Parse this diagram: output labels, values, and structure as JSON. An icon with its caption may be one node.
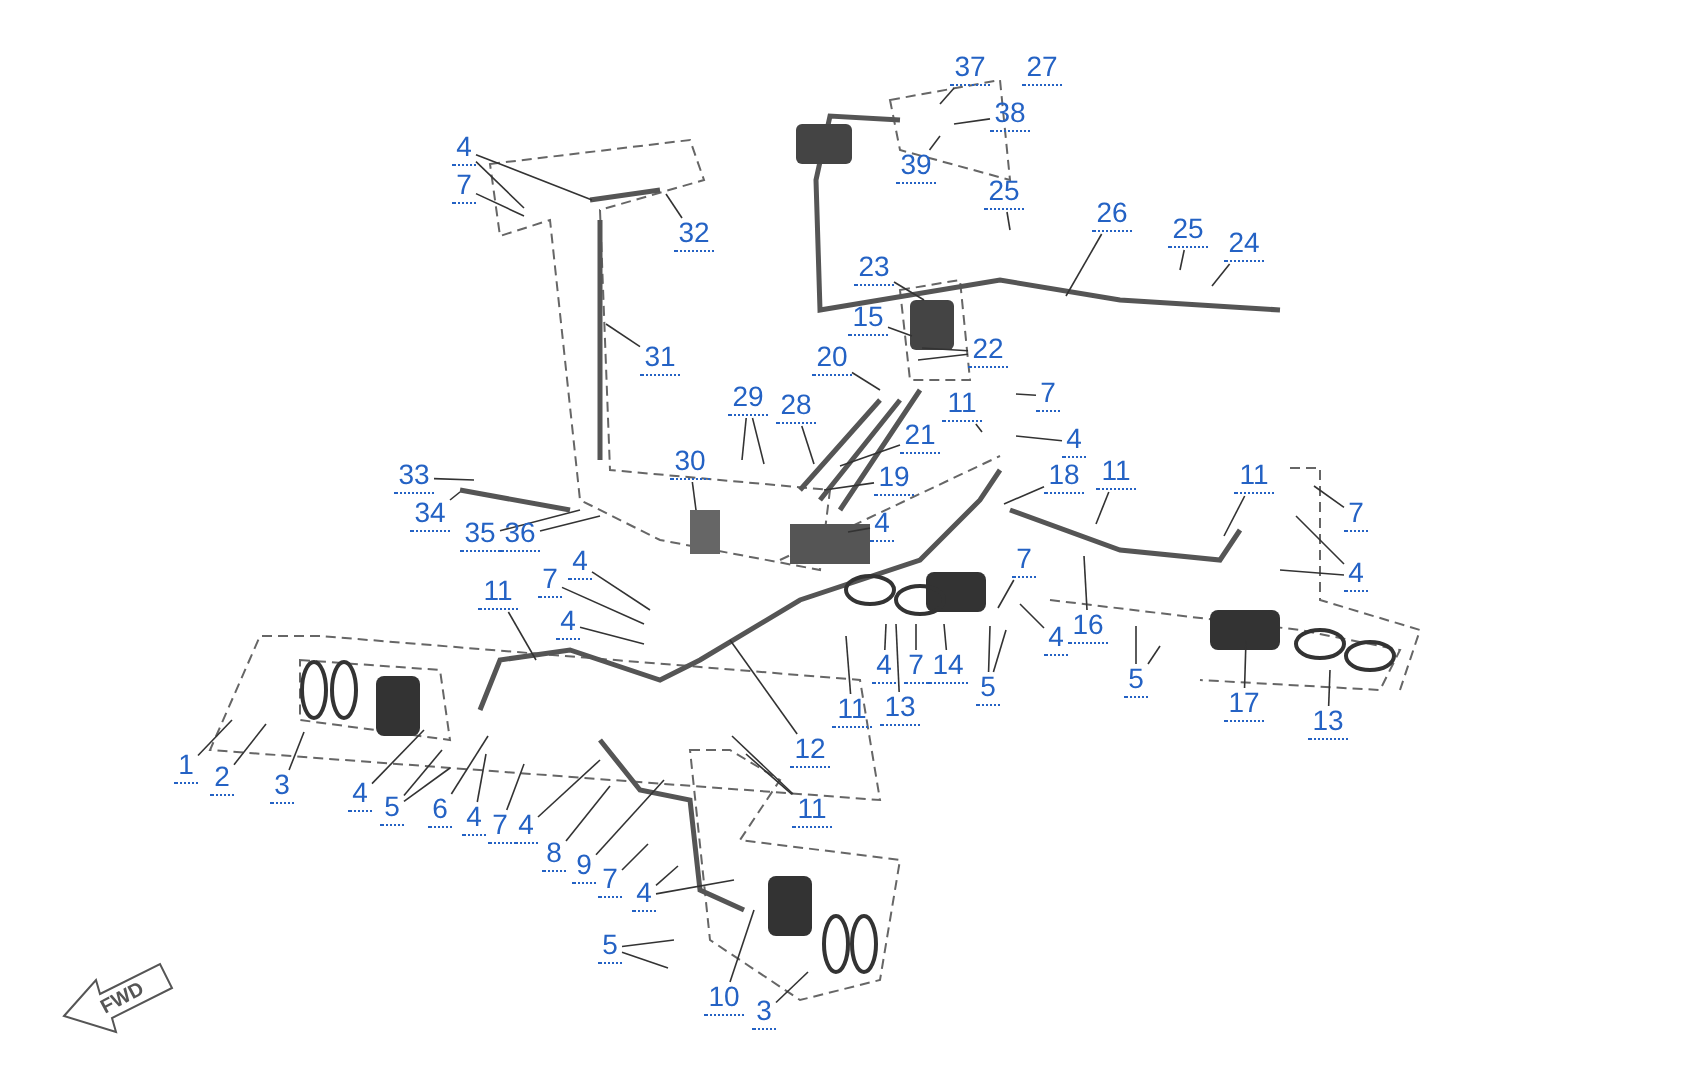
{
  "diagram": {
    "nodes": [
      {
        "text": [
          "4"
        ]
      },
      {
        "text": [
          "7"
        ]
      },
      {
        "text": [
          "32"
        ]
      },
      {
        "text": [
          "31"
        ]
      },
      {
        "text": [
          "37"
        ]
      },
      {
        "text": [
          "38"
        ]
      },
      {
        "text": [
          "39"
        ]
      },
      {
        "text": [
          "25"
        ]
      },
      {
        "text": [
          "26"
        ]
      },
      {
        "text": [
          "25"
        ]
      },
      {
        "text": [
          "24"
        ]
      },
      {
        "text": [
          "23"
        ]
      },
      {
        "text": [
          "15"
        ]
      },
      {
        "text": [
          "20"
        ]
      },
      {
        "text": [
          "22"
        ]
      },
      {
        "text": [
          "29"
        ]
      },
      {
        "text": [
          "28"
        ]
      },
      {
        "text": [
          "21"
        ]
      },
      {
        "text": [
          "19"
        ]
      },
      {
        "text": [
          "11"
        ]
      },
      {
        "text": [
          "7"
        ]
      },
      {
        "text": [
          "4"
        ]
      },
      {
        "text": [
          "18"
        ]
      },
      {
        "text": [
          "30"
        ]
      },
      {
        "text": [
          "33"
        ]
      },
      {
        "text": [
          "34"
        ]
      },
      {
        "text": [
          "35"
        ]
      },
      {
        "text": [
          "36"
        ]
      },
      {
        "text": [
          "4"
        ]
      },
      {
        "text": [
          "4"
        ]
      },
      {
        "text": [
          "7"
        ]
      },
      {
        "text": [
          "4"
        ]
      },
      {
        "text": [
          "11"
        ]
      },
      {
        "text": [
          "4"
        ]
      },
      {
        "text": [
          "11"
        ]
      },
      {
        "text": [
          "7"
        ]
      },
      {
        "text": [
          "13"
        ]
      },
      {
        "text": [
          "14"
        ]
      },
      {
        "text": [
          "5"
        ]
      },
      {
        "text": [
          "4"
        ]
      },
      {
        "text": [
          "7"
        ]
      },
      {
        "text": [
          "16"
        ]
      },
      {
        "text": [
          "11"
        ]
      },
      {
        "text": [
          "11"
        ]
      },
      {
        "text": [
          "7"
        ]
      },
      {
        "text": [
          "4"
        ]
      },
      {
        "text": [
          "5"
        ]
      },
      {
        "text": [
          "17"
        ]
      },
      {
        "text": [
          "13"
        ]
      },
      {
        "text": [
          "12"
        ]
      },
      {
        "text": [
          "1"
        ]
      },
      {
        "text": [
          "2"
        ]
      },
      {
        "text": [
          "3"
        ]
      },
      {
        "text": [
          "4"
        ]
      },
      {
        "text": [
          "5"
        ]
      },
      {
        "text": [
          "6"
        ]
      },
      {
        "text": [
          "4"
        ]
      },
      {
        "text": [
          "7"
        ]
      },
      {
        "text": [
          "4"
        ]
      },
      {
        "text": [
          "8"
        ]
      },
      {
        "text": [
          "9"
        ]
      },
      {
        "text": [
          "7"
        ]
      },
      {
        "text": [
          "11"
        ]
      },
      {
        "text": [
          "4"
        ]
      },
      {
        "text": [
          "5"
        ]
      },
      {
        "text": [
          "10"
        ]
      },
      {
        "text": [
          "3"
        ]
      }
    ],
    "edges": [
      {
        "from": 0,
        "to": null,
        "arrow": "none"
      },
      {
        "from": 0,
        "to": null,
        "arrow": "none"
      },
      {
        "from": 1,
        "to": null,
        "arrow": "none"
      },
      {
        "from": 2,
        "to": null,
        "arrow": "none"
      },
      {
        "from": 3,
        "to": null,
        "arrow": "none"
      },
      {
        "from": 4,
        "to": null,
        "arrow": "none"
      },
      {
        "from": 5,
        "to": null,
        "arrow": "none"
      },
      {
        "from": 6,
        "to": null,
        "arrow": "none"
      },
      {
        "from": 7,
        "to": null,
        "arrow": "none"
      },
      {
        "from": 8,
        "to": null,
        "arrow": "none"
      },
      {
        "from": 9,
        "to": null,
        "arrow": "none"
      },
      {
        "from": 10,
        "to": null,
        "arrow": "none"
      },
      {
        "from": 11,
        "to": null,
        "arrow": "none"
      },
      {
        "from": 12,
        "to": null,
        "arrow": "none"
      },
      {
        "from": 13,
        "to": null,
        "arrow": "none"
      },
      {
        "from": 14,
        "to": null,
        "arrow": "none"
      },
      {
        "from": 14,
        "to": null,
        "arrow": "none"
      },
      {
        "from": 15,
        "to": null,
        "arrow": "none"
      },
      {
        "from": 15,
        "to": null,
        "arrow": "none"
      },
      {
        "from": 16,
        "to": null,
        "arrow": "none"
      },
      {
        "from": 17,
        "to": null,
        "arrow": "none"
      },
      {
        "from": 18,
        "to": null,
        "arrow": "none"
      },
      {
        "from": 19,
        "to": null,
        "arrow": "none"
      },
      {
        "from": 20,
        "to": null,
        "arrow": "none"
      },
      {
        "from": 21,
        "to": null,
        "arrow": "none"
      },
      {
        "from": 22,
        "to": null,
        "arrow": "none"
      },
      {
        "from": 23,
        "to": null,
        "arrow": "none"
      },
      {
        "from": 24,
        "to": null,
        "arrow": "none"
      },
      {
        "from": 25,
        "to": null,
        "arrow": "none"
      },
      {
        "from": 26,
        "to": null,
        "arrow": "none"
      },
      {
        "from": 27,
        "to": null,
        "arrow": "none"
      },
      {
        "from": 28,
        "to": null,
        "arrow": "none"
      },
      {
        "from": 29,
        "to": null,
        "arrow": "none"
      },
      {
        "from": 30,
        "to": null,
        "arrow": "none"
      },
      {
        "from": 31,
        "to": null,
        "arrow": "none"
      },
      {
        "from": 32,
        "to": null,
        "arrow": "none"
      },
      {
        "from": 33,
        "to": null,
        "arrow": "none"
      },
      {
        "from": 34,
        "to": null,
        "arrow": "none"
      },
      {
        "from": 35,
        "to": null,
        "arrow": "none"
      },
      {
        "from": 36,
        "to": null,
        "arrow": "none"
      },
      {
        "from": 37,
        "to": null,
        "arrow": "none"
      },
      {
        "from": 38,
        "to": null,
        "arrow": "none"
      },
      {
        "from": 38,
        "to": null,
        "arrow": "none"
      },
      {
        "from": 39,
        "to": null,
        "arrow": "none"
      },
      {
        "from": 40,
        "to": null,
        "arrow": "none"
      },
      {
        "from": 41,
        "to": null,
        "arrow": "none"
      },
      {
        "from": 42,
        "to": null,
        "arrow": "none"
      },
      {
        "from": 43,
        "to": null,
        "arrow": "none"
      },
      {
        "from": 44,
        "to": null,
        "arrow": "none"
      },
      {
        "from": 45,
        "to": null,
        "arrow": "none"
      },
      {
        "from": 45,
        "to": null,
        "arrow": "none"
      },
      {
        "from": 46,
        "to": null,
        "arrow": "none"
      },
      {
        "from": 46,
        "to": null,
        "arrow": "none"
      },
      {
        "from": 47,
        "to": null,
        "arrow": "none"
      },
      {
        "from": 48,
        "to": null,
        "arrow": "none"
      },
      {
        "from": 49,
        "to": null,
        "arrow": "none"
      },
      {
        "from": 50,
        "to": null,
        "arrow": "none"
      },
      {
        "from": 51,
        "to": null,
        "arrow": "none"
      },
      {
        "from": 52,
        "to": null,
        "arrow": "none"
      },
      {
        "from": 53,
        "to": null,
        "arrow": "none"
      },
      {
        "from": 54,
        "to": null,
        "arrow": "none"
      },
      {
        "from": 54,
        "to": null,
        "arrow": "none"
      },
      {
        "from": 55,
        "to": null,
        "arrow": "none"
      },
      {
        "from": 56,
        "to": null,
        "arrow": "none"
      },
      {
        "from": 57,
        "to": null,
        "arrow": "none"
      },
      {
        "from": 58,
        "to": null,
        "arrow": "none"
      },
      {
        "from": 59,
        "to": null,
        "arrow": "none"
      },
      {
        "from": 60,
        "to": null,
        "arrow": "none"
      },
      {
        "from": 61,
        "to": null,
        "arrow": "none"
      },
      {
        "from": 62,
        "to": null,
        "arrow": "none"
      },
      {
        "from": 62,
        "to": null,
        "arrow": "none"
      },
      {
        "from": 63,
        "to": null,
        "arrow": "none"
      },
      {
        "from": 63,
        "to": null,
        "arrow": "none"
      },
      {
        "from": 64,
        "to": null,
        "arrow": "none"
      },
      {
        "from": 64,
        "to": null,
        "arrow": "none"
      },
      {
        "from": 65,
        "to": null,
        "arrow": "none"
      },
      {
        "from": 66,
        "to": null,
        "arrow": "none"
      }
    ],
    "labels": [
      "27",
      "FWD"
    ]
  }
}
